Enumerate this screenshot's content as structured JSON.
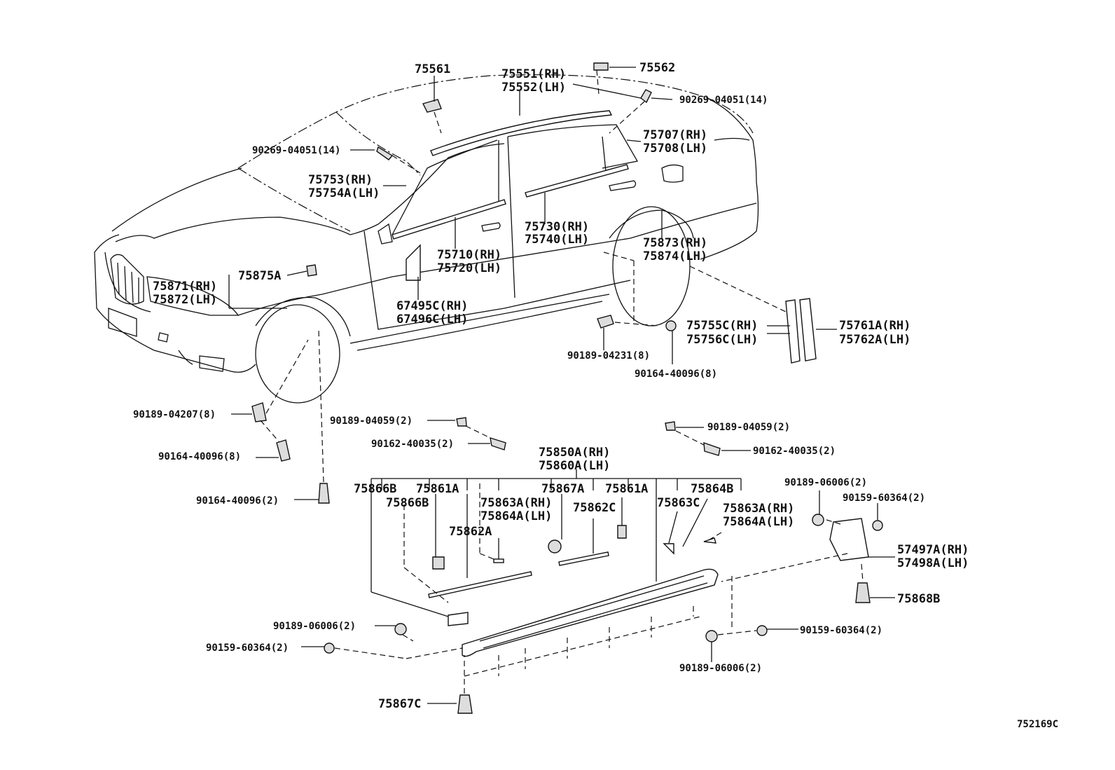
{
  "labels": {
    "l75561": "75561",
    "l75551": "75551(RH)",
    "l75552": "75552(LH)",
    "l75562": "75562",
    "l90269a": "90269-04051(14)",
    "l90269b": "90269-04051(14)",
    "l75707": "75707(RH)",
    "l75708": "75708(LH)",
    "l75753": "75753(RH)",
    "l75754": "75754A(LH)",
    "l75730": "75730(RH)",
    "l75740": "75740(LH)",
    "l75873": "75873(RH)",
    "l75874": "75874(LH)",
    "l75710": "75710(RH)",
    "l75720": "75720(LH)",
    "l75875": "75875A",
    "l75871": "75871(RH)",
    "l75872": "75872(LH)",
    "l67495": "67495C(RH)",
    "l67496": "67496C(LH)",
    "l75755": "75755C(RH)",
    "l75756": "75756C(LH)",
    "l75761": "75761A(RH)",
    "l75762": "75762A(LH)",
    "l90189_04231": "90189-04231(8)",
    "l90164_40096_8b": "90164-40096(8)",
    "l90189_04207": "90189-04207(8)",
    "l90164_40096_8a": "90164-40096(8)",
    "l90164_40096_2": "90164-40096(2)",
    "l90189_04059a": "90189-04059(2)",
    "l90162_40035a": "90162-40035(2)",
    "l90189_04059b": "90189-04059(2)",
    "l90162_40035b": "90162-40035(2)",
    "l75850": "75850A(RH)",
    "l75860": "75860A(LH)",
    "l75866B_1": "75866B",
    "l75861A_1": "75861A",
    "l75866B_2": "75866B",
    "l75863A_1": "75863A(RH)",
    "l75864A_1": "75864A(LH)",
    "l75862A": "75862A",
    "l75867A": "75867A",
    "l75862C": "75862C",
    "l75861A_2": "75861A",
    "l75863C": "75863C",
    "l75864B": "75864B",
    "l75863A_2": "75863A(RH)",
    "l75864A_2": "75864A(LH)",
    "l90189_06006a": "90189-06006(2)",
    "l90159_60364a": "90159-60364(2)",
    "l57497": "57497A(RH)",
    "l57498": "57498A(LH)",
    "l75868B": "75868B",
    "l90189_06006b": "90189-06006(2)",
    "l90159_60364b": "90159-60364(2)",
    "l90159_60364c": "90159-60364(2)",
    "l90189_06006c": "90189-06006(2)",
    "l75867C": "75867C",
    "ref": "752169C"
  }
}
